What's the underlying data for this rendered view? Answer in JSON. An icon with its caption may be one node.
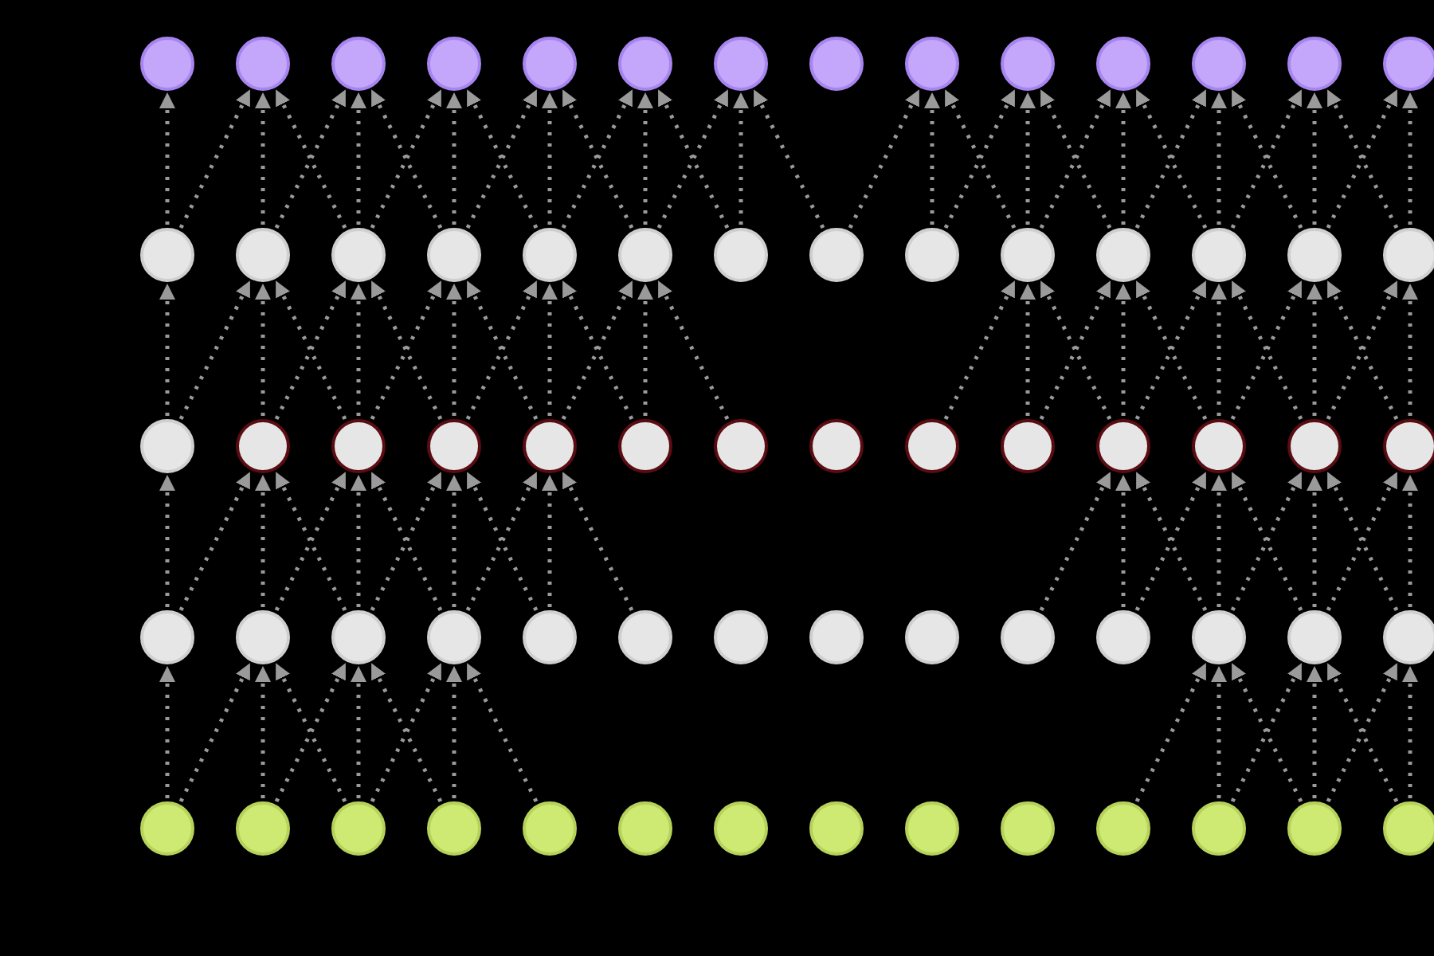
{
  "diagram": {
    "nodes": [
      {
        "text": [],
        "shape": "circle"
      },
      {
        "text": [],
        "shape": "circle"
      },
      {
        "text": [],
        "shape": "circle"
      },
      {
        "text": [],
        "shape": "circle"
      },
      {
        "text": [],
        "shape": "circle"
      },
      {
        "text": [],
        "shape": "circle"
      },
      {
        "text": [],
        "shape": "circle"
      },
      {
        "text": [],
        "shape": "circle"
      },
      {
        "text": [],
        "shape": "circle"
      },
      {
        "text": [],
        "shape": "circle"
      },
      {
        "text": [],
        "shape": "circle"
      },
      {
        "text": [],
        "shape": "circle"
      },
      {
        "text": [],
        "shape": "circle"
      },
      {
        "text": [],
        "shape": "circle"
      },
      {
        "text": [],
        "shape": "circle"
      },
      {
        "text": [],
        "shape": "circle"
      },
      {
        "text": [],
        "shape": "circle"
      },
      {
        "text": [],
        "shape": "circle"
      },
      {
        "text": [],
        "shape": "circle"
      },
      {
        "text": [],
        "shape": "circle"
      },
      {
        "text": [],
        "shape": "circle"
      },
      {
        "text": [],
        "shape": "circle"
      },
      {
        "text": [],
        "shape": "circle"
      },
      {
        "text": [],
        "shape": "circle"
      },
      {
        "text": [],
        "shape": "circle"
      },
      {
        "text": [],
        "shape": "circle"
      },
      {
        "text": [],
        "shape": "circle"
      },
      {
        "text": [],
        "shape": "circle"
      },
      {
        "text": [],
        "shape": "circle"
      },
      {
        "text": [],
        "shape": "circle"
      },
      {
        "text": [],
        "shape": "circle"
      },
      {
        "text": [],
        "shape": "circle"
      },
      {
        "text": [],
        "shape": "circle"
      },
      {
        "text": [],
        "shape": "circle"
      },
      {
        "text": [],
        "shape": "circle"
      },
      {
        "text": [],
        "shape": "circle"
      },
      {
        "text": [],
        "shape": "circle"
      },
      {
        "text": [],
        "shape": "circle"
      },
      {
        "text": [],
        "shape": "circle"
      },
      {
        "text": [],
        "shape": "circle"
      },
      {
        "text": [],
        "shape": "circle"
      },
      {
        "text": [],
        "shape": "circle"
      },
      {
        "text": [],
        "shape": "circle"
      },
      {
        "text": [],
        "shape": "circle"
      },
      {
        "text": [],
        "shape": "circle"
      },
      {
        "text": [],
        "shape": "circle"
      },
      {
        "text": [],
        "shape": "circle"
      },
      {
        "text": [],
        "shape": "circle"
      },
      {
        "text": [],
        "shape": "circle"
      },
      {
        "text": [],
        "shape": "circle"
      },
      {
        "text": [],
        "shape": "circle"
      },
      {
        "text": [],
        "shape": "circle"
      },
      {
        "text": [],
        "shape": "circle"
      },
      {
        "text": [],
        "shape": "circle"
      },
      {
        "text": [],
        "shape": "circle"
      },
      {
        "text": [],
        "shape": "circle"
      },
      {
        "text": [],
        "shape": "circle"
      },
      {
        "text": [],
        "shape": "circle"
      },
      {
        "text": [],
        "shape": "circle"
      },
      {
        "text": [],
        "shape": "circle"
      },
      {
        "text": [],
        "shape": "circle"
      },
      {
        "text": [],
        "shape": "circle"
      },
      {
        "text": [],
        "shape": "circle"
      },
      {
        "text": [],
        "shape": "circle"
      },
      {
        "text": [],
        "shape": "circle"
      },
      {
        "text": [],
        "shape": "circle"
      },
      {
        "text": [],
        "shape": "circle"
      },
      {
        "text": [],
        "shape": "circle"
      },
      {
        "text": [],
        "shape": "circle"
      },
      {
        "text": [],
        "shape": "circle"
      }
    ],
    "edges": [
      {
        "from": 14,
        "to": 0,
        "arrow": "to"
      },
      {
        "from": 14,
        "to": 1,
        "arrow": "to"
      },
      {
        "from": 15,
        "to": 1,
        "arrow": "to"
      },
      {
        "from": 16,
        "to": 1,
        "arrow": "to"
      },
      {
        "from": 15,
        "to": 2,
        "arrow": "to"
      },
      {
        "from": 16,
        "to": 2,
        "arrow": "to"
      },
      {
        "from": 17,
        "to": 2,
        "arrow": "to"
      },
      {
        "from": 16,
        "to": 3,
        "arrow": "to"
      },
      {
        "from": 17,
        "to": 3,
        "arrow": "to"
      },
      {
        "from": 18,
        "to": 3,
        "arrow": "to"
      },
      {
        "from": 17,
        "to": 4,
        "arrow": "to"
      },
      {
        "from": 18,
        "to": 4,
        "arrow": "to"
      },
      {
        "from": 19,
        "to": 4,
        "arrow": "to"
      },
      {
        "from": 18,
        "to": 5,
        "arrow": "to"
      },
      {
        "from": 19,
        "to": 5,
        "arrow": "to"
      },
      {
        "from": 20,
        "to": 5,
        "arrow": "to"
      },
      {
        "from": 19,
        "to": 6,
        "arrow": "to"
      },
      {
        "from": 20,
        "to": 6,
        "arrow": "to"
      },
      {
        "from": 21,
        "to": 6,
        "arrow": "to"
      },
      {
        "from": 21,
        "to": 8,
        "arrow": "to"
      },
      {
        "from": 22,
        "to": 8,
        "arrow": "to"
      },
      {
        "from": 23,
        "to": 8,
        "arrow": "to"
      },
      {
        "from": 22,
        "to": 9,
        "arrow": "to"
      },
      {
        "from": 23,
        "to": 9,
        "arrow": "to"
      },
      {
        "from": 24,
        "to": 9,
        "arrow": "to"
      },
      {
        "from": 23,
        "to": 10,
        "arrow": "to"
      },
      {
        "from": 24,
        "to": 10,
        "arrow": "to"
      },
      {
        "from": 25,
        "to": 10,
        "arrow": "to"
      },
      {
        "from": 24,
        "to": 11,
        "arrow": "to"
      },
      {
        "from": 25,
        "to": 11,
        "arrow": "to"
      },
      {
        "from": 26,
        "to": 11,
        "arrow": "to"
      },
      {
        "from": 25,
        "to": 12,
        "arrow": "to"
      },
      {
        "from": 26,
        "to": 12,
        "arrow": "to"
      },
      {
        "from": 27,
        "to": 12,
        "arrow": "to"
      },
      {
        "from": 26,
        "to": 13,
        "arrow": "to"
      },
      {
        "from": 27,
        "to": 13,
        "arrow": "to"
      },
      {
        "from": 28,
        "to": 14,
        "arrow": "to"
      },
      {
        "from": 28,
        "to": 15,
        "arrow": "to"
      },
      {
        "from": 29,
        "to": 15,
        "arrow": "to"
      },
      {
        "from": 30,
        "to": 15,
        "arrow": "to"
      },
      {
        "from": 29,
        "to": 16,
        "arrow": "to"
      },
      {
        "from": 30,
        "to": 16,
        "arrow": "to"
      },
      {
        "from": 31,
        "to": 16,
        "arrow": "to"
      },
      {
        "from": 30,
        "to": 17,
        "arrow": "to"
      },
      {
        "from": 31,
        "to": 17,
        "arrow": "to"
      },
      {
        "from": 32,
        "to": 17,
        "arrow": "to"
      },
      {
        "from": 31,
        "to": 18,
        "arrow": "to"
      },
      {
        "from": 32,
        "to": 18,
        "arrow": "to"
      },
      {
        "from": 33,
        "to": 18,
        "arrow": "to"
      },
      {
        "from": 32,
        "to": 19,
        "arrow": "to"
      },
      {
        "from": 33,
        "to": 19,
        "arrow": "to"
      },
      {
        "from": 34,
        "to": 19,
        "arrow": "to"
      },
      {
        "from": 36,
        "to": 23,
        "arrow": "to"
      },
      {
        "from": 37,
        "to": 23,
        "arrow": "to"
      },
      {
        "from": 38,
        "to": 23,
        "arrow": "to"
      },
      {
        "from": 37,
        "to": 24,
        "arrow": "to"
      },
      {
        "from": 38,
        "to": 24,
        "arrow": "to"
      },
      {
        "from": 39,
        "to": 24,
        "arrow": "to"
      },
      {
        "from": 38,
        "to": 25,
        "arrow": "to"
      },
      {
        "from": 39,
        "to": 25,
        "arrow": "to"
      },
      {
        "from": 40,
        "to": 25,
        "arrow": "to"
      },
      {
        "from": 39,
        "to": 26,
        "arrow": "to"
      },
      {
        "from": 40,
        "to": 26,
        "arrow": "to"
      },
      {
        "from": 41,
        "to": 26,
        "arrow": "to"
      },
      {
        "from": 40,
        "to": 27,
        "arrow": "to"
      },
      {
        "from": 41,
        "to": 27,
        "arrow": "to"
      },
      {
        "from": 42,
        "to": 28,
        "arrow": "to"
      },
      {
        "from": 42,
        "to": 29,
        "arrow": "to"
      },
      {
        "from": 43,
        "to": 29,
        "arrow": "to"
      },
      {
        "from": 44,
        "to": 29,
        "arrow": "to"
      },
      {
        "from": 43,
        "to": 30,
        "arrow": "to"
      },
      {
        "from": 44,
        "to": 30,
        "arrow": "to"
      },
      {
        "from": 45,
        "to": 30,
        "arrow": "to"
      },
      {
        "from": 44,
        "to": 31,
        "arrow": "to"
      },
      {
        "from": 45,
        "to": 31,
        "arrow": "to"
      },
      {
        "from": 46,
        "to": 31,
        "arrow": "to"
      },
      {
        "from": 45,
        "to": 32,
        "arrow": "to"
      },
      {
        "from": 46,
        "to": 32,
        "arrow": "to"
      },
      {
        "from": 47,
        "to": 32,
        "arrow": "to"
      },
      {
        "from": 51,
        "to": 38,
        "arrow": "to"
      },
      {
        "from": 52,
        "to": 38,
        "arrow": "to"
      },
      {
        "from": 53,
        "to": 38,
        "arrow": "to"
      },
      {
        "from": 52,
        "to": 39,
        "arrow": "to"
      },
      {
        "from": 53,
        "to": 39,
        "arrow": "to"
      },
      {
        "from": 54,
        "to": 39,
        "arrow": "to"
      },
      {
        "from": 53,
        "to": 40,
        "arrow": "to"
      },
      {
        "from": 54,
        "to": 40,
        "arrow": "to"
      },
      {
        "from": 55,
        "to": 40,
        "arrow": "to"
      },
      {
        "from": 54,
        "to": 41,
        "arrow": "to"
      },
      {
        "from": 55,
        "to": 41,
        "arrow": "to"
      },
      {
        "from": 56,
        "to": 42,
        "arrow": "to"
      },
      {
        "from": 56,
        "to": 43,
        "arrow": "to"
      },
      {
        "from": 57,
        "to": 43,
        "arrow": "to"
      },
      {
        "from": 58,
        "to": 43,
        "arrow": "to"
      },
      {
        "from": 57,
        "to": 44,
        "arrow": "to"
      },
      {
        "from": 58,
        "to": 44,
        "arrow": "to"
      },
      {
        "from": 59,
        "to": 44,
        "arrow": "to"
      },
      {
        "from": 58,
        "to": 45,
        "arrow": "to"
      },
      {
        "from": 59,
        "to": 45,
        "arrow": "to"
      },
      {
        "from": 60,
        "to": 45,
        "arrow": "to"
      },
      {
        "from": 66,
        "to": 53,
        "arrow": "to"
      },
      {
        "from": 67,
        "to": 53,
        "arrow": "to"
      },
      {
        "from": 68,
        "to": 53,
        "arrow": "to"
      },
      {
        "from": 67,
        "to": 54,
        "arrow": "to"
      },
      {
        "from": 68,
        "to": 54,
        "arrow": "to"
      },
      {
        "from": 69,
        "to": 54,
        "arrow": "to"
      },
      {
        "from": 68,
        "to": 55,
        "arrow": "to"
      },
      {
        "from": 69,
        "to": 55,
        "arrow": "to"
      }
    ]
  }
}
